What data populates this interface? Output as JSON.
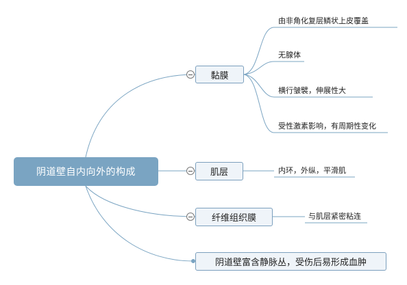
{
  "diagram": {
    "root": {
      "label": "阴道壁自内向外的构成"
    },
    "branches": [
      {
        "label": "黏膜",
        "details": [
          "由非角化复层鳞状上皮覆盖",
          "无腺体",
          "横行皱襞，伸展性大",
          "受性激素影响，有周期性变化"
        ]
      },
      {
        "label": "肌层",
        "details": [
          "内环，外纵，平滑肌"
        ]
      },
      {
        "label": "纤维组织膜",
        "details": [
          "与肌层紧密粘连"
        ]
      },
      {
        "label": "阴道壁富含静脉丛，受伤后易形成血肿",
        "details": []
      }
    ],
    "link_color": "#7aa4c2",
    "root_color": "#7aa4c2",
    "branch_fill": "#eff4f9",
    "branch_border": "#7b9fbd"
  }
}
